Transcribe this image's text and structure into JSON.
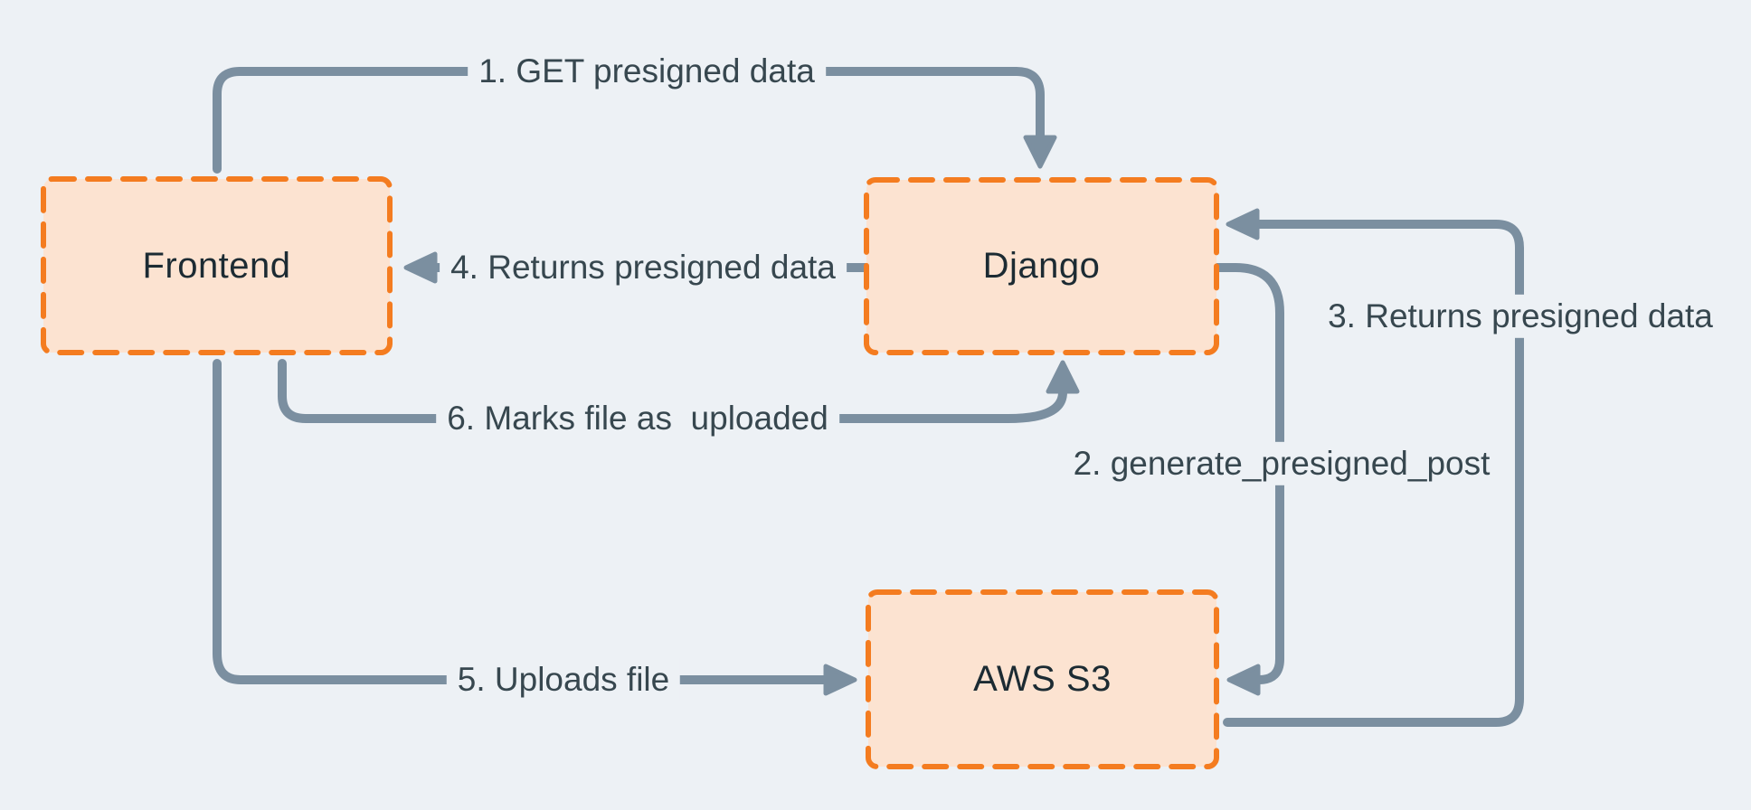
{
  "diagram": {
    "nodes": [
      {
        "id": "frontend",
        "label": "Frontend"
      },
      {
        "id": "django",
        "label": "Django"
      },
      {
        "id": "aws-s3",
        "label": "AWS S3"
      }
    ],
    "edges": [
      {
        "step": "1",
        "label": "1. GET presigned data",
        "from": "frontend",
        "to": "django"
      },
      {
        "step": "2",
        "label": "2. generate_presigned_post",
        "from": "django",
        "to": "aws-s3"
      },
      {
        "step": "3",
        "label": "3. Returns presigned data",
        "from": "aws-s3",
        "to": "django"
      },
      {
        "step": "4",
        "label": "4. Returns presigned data",
        "from": "django",
        "to": "frontend"
      },
      {
        "step": "5",
        "label": "5. Uploads file",
        "from": "frontend",
        "to": "aws-s3"
      },
      {
        "step": "6",
        "label": "6. Marks file as  uploaded",
        "from": "frontend",
        "to": "django"
      }
    ],
    "colors": {
      "background": "#edf1f5",
      "node_fill": "#fce3d1",
      "node_border": "#f47c20",
      "arrow": "#7b8fa0",
      "edge_label_text": "#37474f",
      "node_label_text": "#1c2b33"
    }
  }
}
